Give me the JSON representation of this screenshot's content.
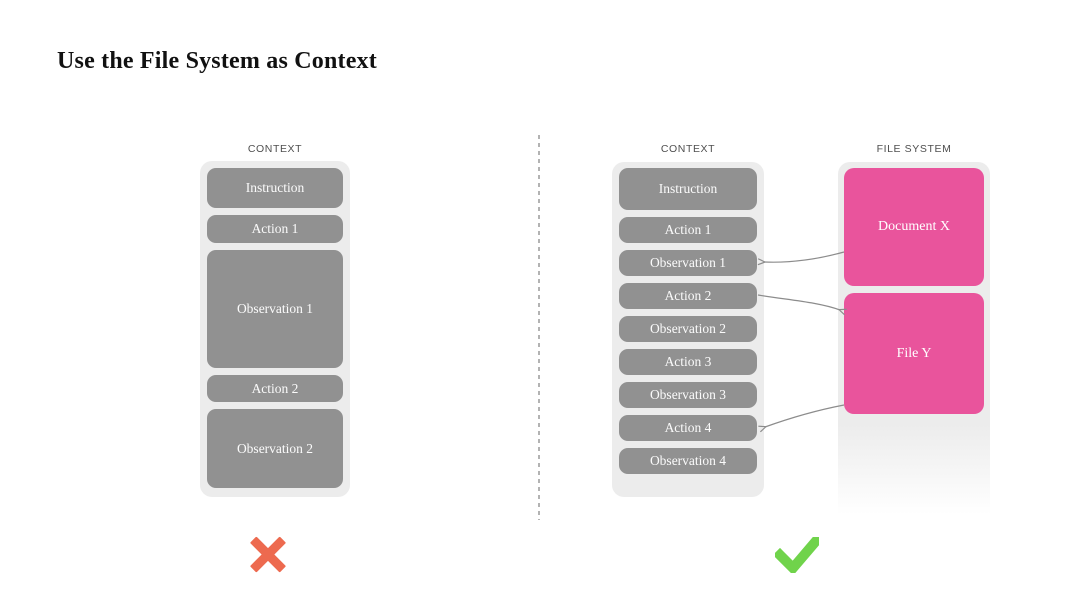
{
  "title": "Use the File System as Context",
  "left_panel": {
    "label": "CONTEXT",
    "boxes": [
      "Instruction",
      "Action 1",
      "Observation 1",
      "Action 2",
      "Observation 2"
    ],
    "verdict": {
      "icon": "cross-icon",
      "glyph": "✕",
      "color": "#ed6a4f",
      "meaning": "rejected"
    }
  },
  "right_panel": {
    "context_column": {
      "label": "CONTEXT",
      "boxes": [
        "Instruction",
        "Action 1",
        "Observation 1",
        "Action 2",
        "Observation 2",
        "Action 3",
        "Observation 3",
        "Action 4",
        "Observation 4"
      ]
    },
    "file_system_column": {
      "label": "FILE SYSTEM",
      "boxes": [
        "Document X",
        "File Y"
      ]
    },
    "arrows": [
      {
        "from": "Document X",
        "to": "Observation 1"
      },
      {
        "from": "Action 2",
        "to": "File Y"
      },
      {
        "from": "File Y",
        "to": "Action 4"
      }
    ],
    "verdict": {
      "icon": "check-icon",
      "glyph": "✓",
      "color": "#70d34b",
      "meaning": "accepted"
    }
  },
  "colors": {
    "box_gray": "#919191",
    "container_gray": "#ececec",
    "accent_pink": "#e9549c",
    "cross_red": "#ed6a4f",
    "check_green": "#70d34b",
    "arrow_gray": "#8c8c8c"
  }
}
